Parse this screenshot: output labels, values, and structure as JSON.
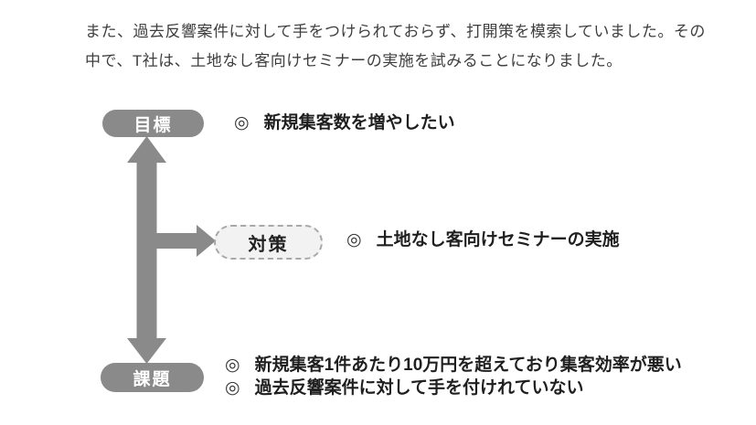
{
  "intro": {
    "lines": [
      "また、過去反響案件に対して手をつけられておらず、打開策を模索していました。その",
      "中で、T社は、土地なし客向けセミナーの実施を試みることになりました。"
    ]
  },
  "diagram": {
    "goal": {
      "label": "目標",
      "bullet_glyph": "◎",
      "item": "新規集客数を増やしたい"
    },
    "measure": {
      "label": "対策",
      "bullet_glyph": "◎",
      "item": "土地なし客向けセミナーの実施"
    },
    "issue": {
      "label": "課題",
      "items": [
        {
          "bullet_glyph": "◎",
          "text": "新規集客1件あたり10万円を超えており集客効率が悪い"
        },
        {
          "bullet_glyph": "◎",
          "text": "過去反響案件に対して手を付けれていない"
        }
      ]
    },
    "colors": {
      "arrow_gray": "#8a8a8a",
      "pill_gray": "#8a8a8a",
      "pill_text": "#ffffff",
      "measure_fill": "#f2f2f2",
      "measure_border": "#a8a8a8"
    }
  }
}
